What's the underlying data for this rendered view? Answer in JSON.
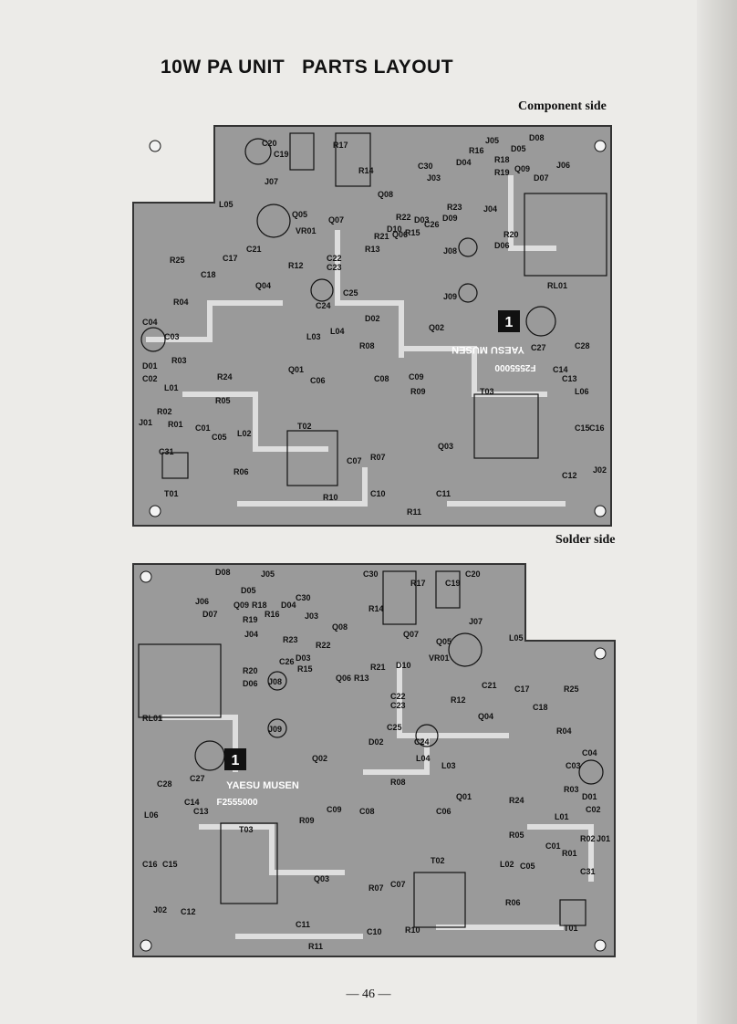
{
  "title": "10W PA UNIT   PARTS LAYOUT",
  "captions": {
    "component": "Component side",
    "solder": "Solder side"
  },
  "page_number": "— 46 —",
  "board_marking": "YAESU MUSEN",
  "part_number": "F2555000",
  "pin1_mark": "1",
  "labels": {
    "C01": "C01",
    "C02": "C02",
    "C03": "C03",
    "C04": "C04",
    "C05": "C05",
    "C06": "C06",
    "C07": "C07",
    "C08": "C08",
    "C09": "C09",
    "C10": "C10",
    "C11": "C11",
    "C12": "C12",
    "C13": "C13",
    "C14": "C14",
    "C15": "C15",
    "C16": "C16",
    "C17": "C17",
    "C18": "C18",
    "C19": "C19",
    "C20": "C20",
    "C21": "C21",
    "C22": "C22",
    "C23": "C23",
    "C24": "C24",
    "C25": "C25",
    "C26": "C26",
    "C27": "C27",
    "C28": "C28",
    "C30": "C30",
    "C31": "C31",
    "R01": "R01",
    "R02": "R02",
    "R03": "R03",
    "R04": "R04",
    "R05": "R05",
    "R06": "R06",
    "R07": "R07",
    "R08": "R08",
    "R09": "R09",
    "R10": "R10",
    "R11": "R11",
    "R12": "R12",
    "R13": "R13",
    "R14": "R14",
    "R15": "R15",
    "R16": "R16",
    "R17": "R17",
    "R18": "R18",
    "R19": "R19",
    "R20": "R20",
    "R21": "R21",
    "R22": "R22",
    "R23": "R23",
    "R24": "R24",
    "R25": "R25",
    "L01": "L01",
    "L02": "L02",
    "L03": "L03",
    "L04": "L04",
    "L05": "L05",
    "L06": "L06",
    "Q01": "Q01",
    "Q02": "Q02",
    "Q03": "Q03",
    "Q04": "Q04",
    "Q05": "Q05",
    "Q06": "Q06",
    "Q07": "Q07",
    "Q08": "Q08",
    "Q09": "Q09",
    "D01": "D01",
    "D02": "D02",
    "D03": "D03",
    "D04": "D04",
    "D05": "D05",
    "D06": "D06",
    "D07": "D07",
    "D08": "D08",
    "D09": "D09",
    "D10": "D10",
    "J01": "J01",
    "J02": "J02",
    "J03": "J03",
    "J04": "J04",
    "J05": "J05",
    "J06": "J06",
    "J07": "J07",
    "J08": "J08",
    "J09": "J09",
    "T01": "T01",
    "T02": "T02",
    "T03": "T03",
    "RL01": "RL01",
    "VR01": "VR01"
  },
  "colors": {
    "board": "#9a9a9a",
    "board_edge": "#333333",
    "ink": "#111111",
    "paper": "#ecebe8",
    "pad": "#f2f2f2"
  }
}
